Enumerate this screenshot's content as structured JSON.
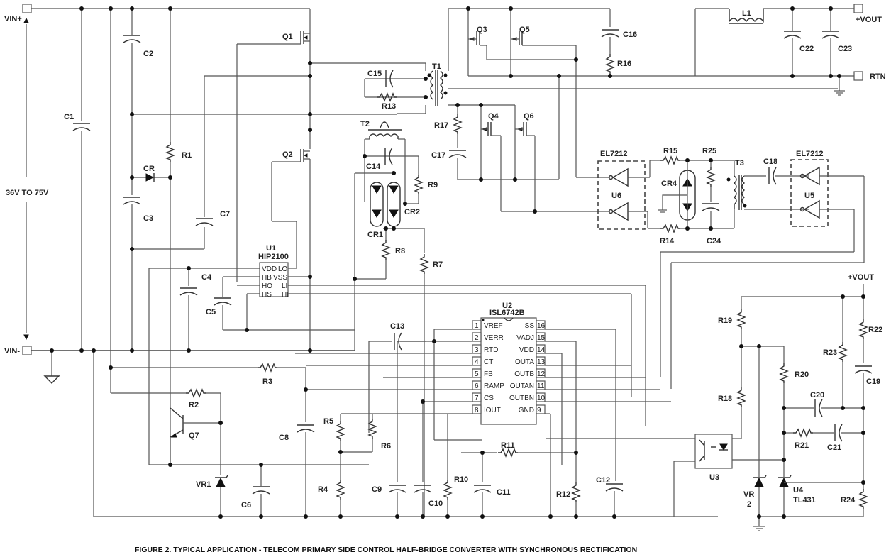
{
  "figure": {
    "caption": "FIGURE 2.  TYPICAL APPLICATION - TELECOM PRIMARY SIDE CONTROL HALF-BRIDGE CONVERTER WITH SYNCHRONOUS RECTIFICATION"
  },
  "terminals": {
    "vin_plus": "VIN+",
    "vin_minus": "VIN-",
    "vout_plus": "+VOUT",
    "rtn": "RTN",
    "vout_sense": "+VOUT",
    "input_range": "36V TO 75V"
  },
  "components": {
    "C1": "C1",
    "C2": "C2",
    "C3": "C3",
    "C4": "C4",
    "C5": "C5",
    "C6": "C6",
    "C7": "C7",
    "C8": "C8",
    "C9": "C9",
    "C10": "C10",
    "C11": "C11",
    "C12": "C12",
    "C13": "C13",
    "C14": "C14",
    "C15": "C15",
    "C16": "C16",
    "C17": "C17",
    "C18": "C18",
    "C19": "C19",
    "C20": "C20",
    "C21": "C21",
    "C22": "C22",
    "C23": "C23",
    "C24": "C24",
    "R1": "R1",
    "R2": "R2",
    "R3": "R3",
    "R4": "R4",
    "R5": "R5",
    "R6": "R6",
    "R7": "R7",
    "R8": "R8",
    "R9": "R9",
    "R10": "R10",
    "R11": "R11",
    "R12": "R12",
    "R13": "R13",
    "R14": "R14",
    "R15": "R15",
    "R16": "R16",
    "R17": "R17",
    "R18": "R18",
    "R19": "R19",
    "R20": "R20",
    "R21": "R21",
    "R22": "R22",
    "R23": "R23",
    "R24": "R24",
    "R25": "R25",
    "Q1": "Q1",
    "Q2": "Q2",
    "Q3": "Q3",
    "Q4": "Q4",
    "Q5": "Q5",
    "Q6": "Q6",
    "Q7": "Q7",
    "T1": "T1",
    "T2": "T2",
    "T3": "T3",
    "L1": "L1",
    "CR": "CR",
    "CR1": "CR1",
    "CR2": "CR2",
    "CR4": "CR4",
    "VR1": "VR1",
    "VR2_a": "VR",
    "VR2_b": "2",
    "U3": "U3",
    "U4": "U4",
    "U4_part": "TL431",
    "U5": "U5",
    "U5_part": "EL7212",
    "U6": "U6",
    "U6_part": "EL7212"
  },
  "u1": {
    "ref": "U1",
    "part": "HIP2100",
    "left_pins": [
      "VDD",
      "HB",
      "HO",
      "HS"
    ],
    "right_pins": [
      "LO",
      "VSS",
      "LI",
      "HI"
    ]
  },
  "u2": {
    "ref": "U2",
    "part": "ISL6742B",
    "left_pins": [
      {
        "num": "1",
        "name": "VREF"
      },
      {
        "num": "2",
        "name": "VERR"
      },
      {
        "num": "3",
        "name": "RTD"
      },
      {
        "num": "4",
        "name": "CT"
      },
      {
        "num": "5",
        "name": "FB"
      },
      {
        "num": "6",
        "name": "RAMP"
      },
      {
        "num": "7",
        "name": "CS"
      },
      {
        "num": "8",
        "name": "IOUT"
      }
    ],
    "right_pins": [
      {
        "num": "16",
        "name": "SS"
      },
      {
        "num": "15",
        "name": "VADJ"
      },
      {
        "num": "14",
        "name": "VDD"
      },
      {
        "num": "13",
        "name": "OUTA"
      },
      {
        "num": "12",
        "name": "OUTB"
      },
      {
        "num": "11",
        "name": "OUTAN"
      },
      {
        "num": "10",
        "name": "OUTBN"
      },
      {
        "num": "9",
        "name": "GND"
      }
    ]
  }
}
